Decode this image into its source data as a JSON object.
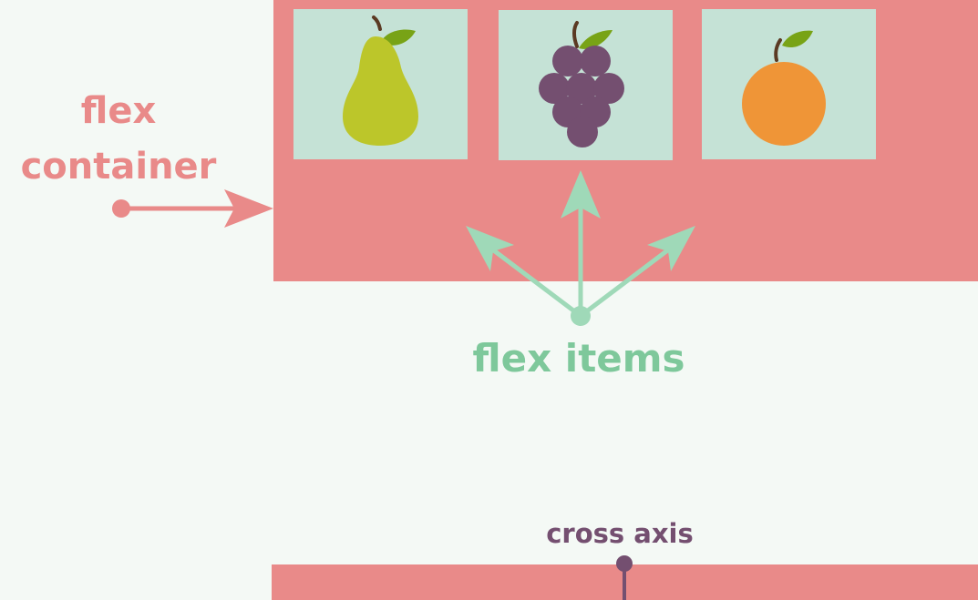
{
  "labels": {
    "flex_container_line1": "flex",
    "flex_container_line2": "container",
    "flex_items": "flex items",
    "cross_axis": "cross axis"
  },
  "items": [
    {
      "icon": "pear-icon"
    },
    {
      "icon": "grapes-icon"
    },
    {
      "icon": "orange-icon"
    }
  ],
  "colors": {
    "background": "#f4f9f5",
    "container": "#e98a89",
    "item": "#c5e2d6",
    "container_label": "#e98a89",
    "items_label": "#7ec89b",
    "items_arrows": "#9fd9b8",
    "cross_axis": "#744f70",
    "pear": "#bcc62a",
    "grape": "#744f70",
    "orange": "#ef9537",
    "leaf": "#78a316",
    "stem": "#5b3a23"
  }
}
